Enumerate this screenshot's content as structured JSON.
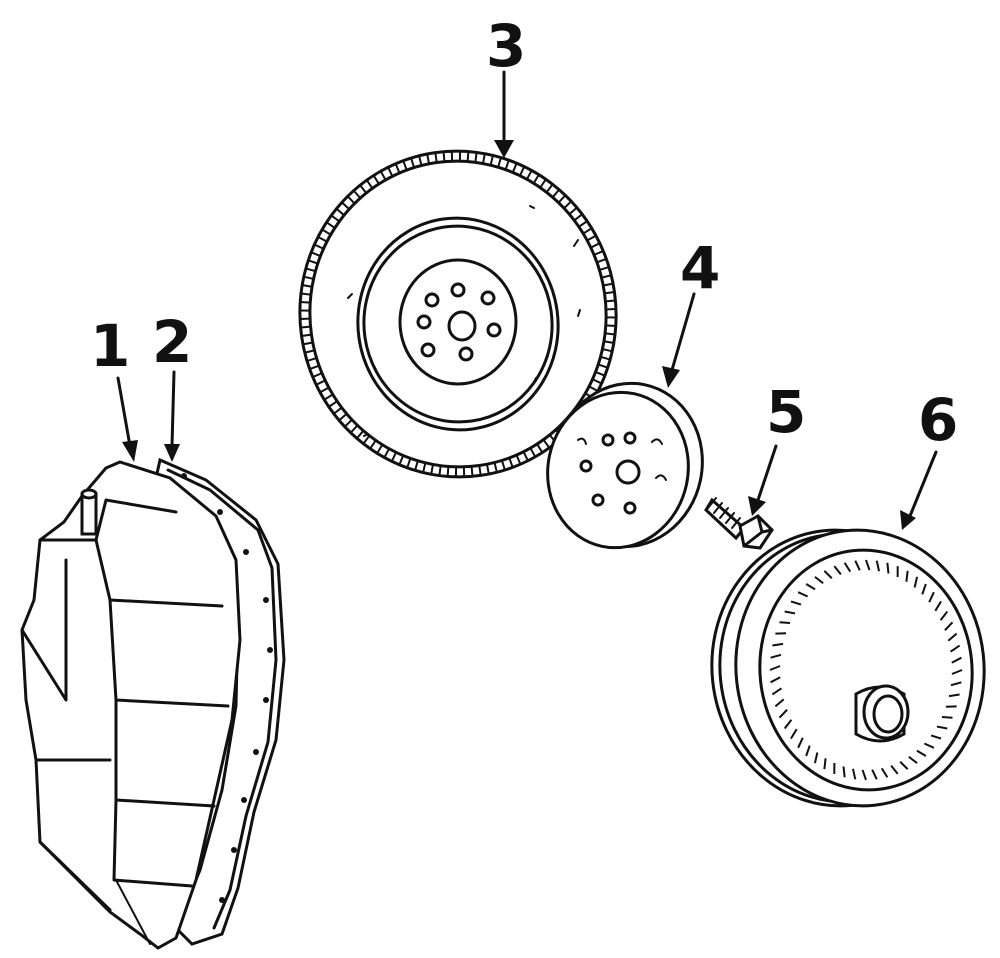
{
  "callouts": {
    "c1": "1",
    "c2": "2",
    "c3": "3",
    "c4": "4",
    "c5": "5",
    "c6": "6"
  },
  "colors": {
    "ink": "#111111",
    "paper": "#ffffff"
  },
  "parts": [
    "oil-pan",
    "pan-gasket",
    "flywheel",
    "flexplate-spacer",
    "bolt",
    "torque-converter"
  ]
}
